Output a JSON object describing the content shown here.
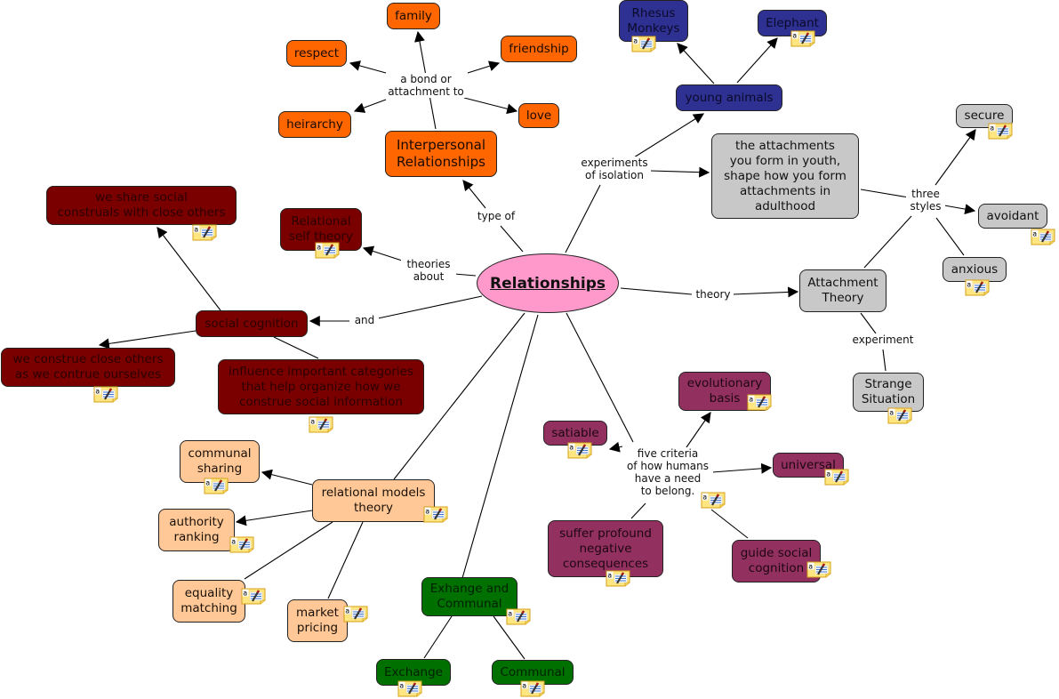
{
  "title": "Relationships",
  "colors": {
    "center": "#ff99cc",
    "orange": "#ff6600",
    "navy": "#2e3192",
    "gray": "#c8c8c8",
    "maroon": "#7a0000",
    "plum": "#923160",
    "peach": "#ffc896",
    "green": "#007000"
  },
  "nodes": {
    "relationships": "Relationships",
    "interpersonal": "Interpersonal\nRelationships",
    "family": "family",
    "respect": "respect",
    "friendship": "friendship",
    "heirarchy": "heirarchy",
    "love": "love",
    "rhesus": "Rhesus\nMonkeys",
    "elephant": "Elephant",
    "young_animals": "young animals",
    "attachments_youth": "the attachments\nyou form in youth,\nshape how you form\nattachments in\nadulthood",
    "secure": "secure",
    "avoidant": "avoidant",
    "anxious": "anxious",
    "attachment_theory": "Attachment\nTheory",
    "strange_situation": "Strange\nSituation",
    "share_construals": "we share social\nconstruals with close others",
    "relational_self": "Relational\nself theory",
    "social_cognition": "social cognition",
    "construe_others": "we construe close others\nas we contrue ourselves",
    "influence_categories": "influence important categories\nthat help organize how we\nconstrue social information",
    "evolutionary": "evolutionary\nbasis",
    "satiable": "satiable",
    "universal": "universal",
    "suffer": "suffer profound\nnegative\nconsequences",
    "guide_social": "guide social\ncognition",
    "relational_models": "relational models\ntheory",
    "communal_sharing": "communal\nsharing",
    "authority_ranking": "authority\nranking",
    "equality_matching": "equality\nmatching",
    "market_pricing": "market\npricing",
    "exchange_communal": "Exhange and\nCommunal",
    "exchange": "Exchange",
    "communal": "Communal"
  },
  "link_labels": {
    "bond": "a bond or\nattachment to",
    "type_of": "type of",
    "experiments": "experiments\nof isolation",
    "three_styles": "three\nstyles",
    "theory": "theory",
    "experiment": "experiment",
    "theories_about": "theories\nabout",
    "and": "and",
    "five_criteria": "five criteria\nof how humans\nhave a need\nto belong."
  },
  "icons": {
    "note": "annotation-note-icon"
  }
}
